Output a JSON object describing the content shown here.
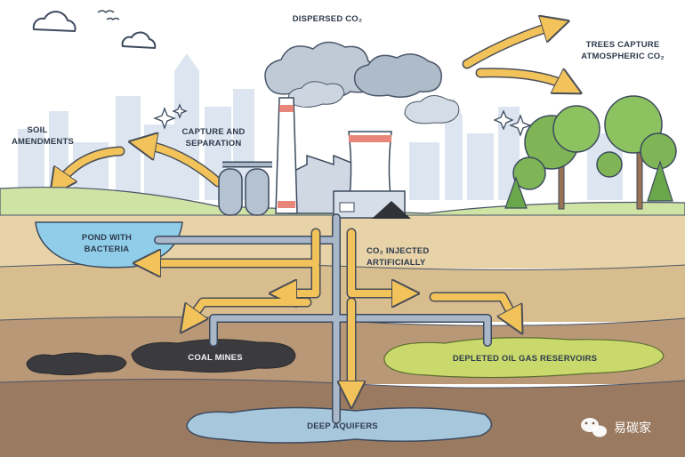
{
  "labels": {
    "dispersed": "DISPERSED CO₂",
    "trees_1": "TREES CAPTURE",
    "trees_2": "ATMOSPHERIC CO₂",
    "soil_1": "SOIL",
    "soil_2": "AMENDMENTS",
    "capture_1": "CAPTURE AND",
    "capture_2": "SEPARATION",
    "pond_1": "POND WITH",
    "pond_2": "BACTERIA",
    "injected_1": "CO₂ INJECTED",
    "injected_2": "ARTIFICIALLY",
    "coal": "COAL MINES",
    "depleted": "DEPLETED OIL GAS RESERVOIRS",
    "aquifers": "DEEP AQUIFERS"
  },
  "watermark": {
    "icon": "wechat-icon",
    "text": "易碳家"
  },
  "colors": {
    "arrow": "#f2c35a",
    "pipe": "#a9b7c9",
    "pond": "#8fcde8",
    "coal": "#3b3b3f",
    "reservoir": "#c9d96b",
    "aquifer": "#a7c7dd",
    "grass": "#cfe3a5"
  }
}
